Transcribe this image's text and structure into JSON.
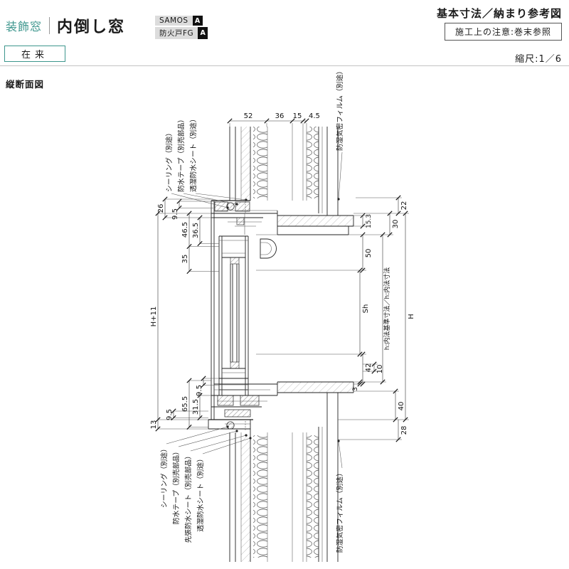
{
  "colors": {
    "accent": "#3d968d",
    "line": "#222222"
  },
  "header": {
    "category": "装飾窓",
    "title": "内倒し窓",
    "badges": [
      {
        "label": "SAMOS",
        "mark": "A"
      },
      {
        "label": "防火戸FG",
        "mark": "A"
      }
    ],
    "doc_title": "基本寸法／納まり参考図",
    "note": "施工上の注意:巻末参照",
    "construction_type": "在来",
    "scale": "縮尺:1／6"
  },
  "drawing": {
    "view_label": "縦断面図",
    "dims": {
      "top": [
        "52",
        "36",
        "15",
        "4.5"
      ],
      "left": [
        "26",
        "9.5",
        "46.5",
        "36.5",
        "35",
        "H+11",
        "9.5",
        "65.5",
        "31.5",
        "9.5",
        "13"
      ],
      "right": [
        "22",
        "30",
        "15.3",
        "50",
        "Sh",
        "42",
        "10",
        "3",
        "40",
        "28",
        "H"
      ],
      "axis_label": "h:内法基準寸法／h:内法寸法"
    },
    "annotations": {
      "top": [
        "シーリング（別途）",
        "防水テープ（別売部品）",
        "透湿防水シート（別途）",
        "防湿気密フィルム（別途）"
      ],
      "bottom": [
        "シーリング（別途）",
        "防水テープ（別売部品）",
        "先張防水シート（別売部品）",
        "透湿防水シート（別途）",
        "防湿気密フィルム（別途）"
      ]
    }
  }
}
